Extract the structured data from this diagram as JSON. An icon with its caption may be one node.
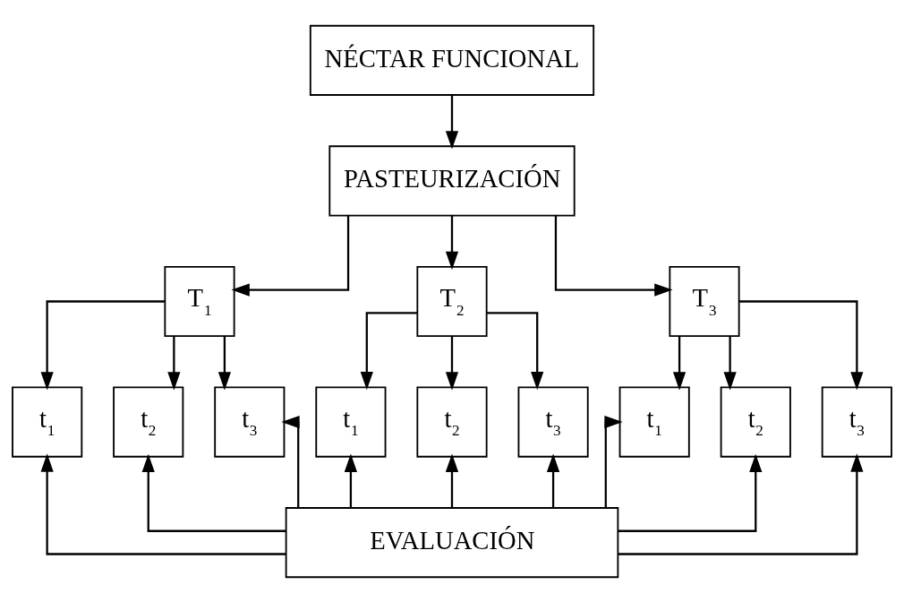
{
  "diagram": {
    "nodes": [
      {
        "text": [
          "NÉCTAR FUNCIONAL"
        ]
      },
      {
        "text": [
          "PASTEURIZACIÓN"
        ]
      },
      {
        "text": [
          "T$_{1}$"
        ]
      },
      {
        "text": [
          "T$_{2}$"
        ]
      },
      {
        "text": [
          "T$_{3}$"
        ]
      },
      {
        "text": [
          "t$_{1}$"
        ]
      },
      {
        "text": [
          "t$_{2}$"
        ]
      },
      {
        "text": [
          "t$_{3}$"
        ]
      },
      {
        "text": [
          "t$_{1}$"
        ]
      },
      {
        "text": [
          "t$_{2}$"
        ]
      },
      {
        "text": [
          "t$_{3}$"
        ]
      },
      {
        "text": [
          "t$_{1}$"
        ]
      },
      {
        "text": [
          "t$_{2}$"
        ]
      },
      {
        "text": [
          "t$_{3}$"
        ]
      },
      {
        "text": [
          "EVALUACIÓN"
        ]
      }
    ],
    "edges": [
      {
        "from": 0,
        "to": 1,
        "arrow": "to"
      },
      {
        "from": 1,
        "to": 2,
        "arrow": "to"
      },
      {
        "from": 1,
        "to": 3,
        "arrow": "to"
      },
      {
        "from": 1,
        "to": 4,
        "arrow": "to"
      },
      {
        "from": 2,
        "to": 5,
        "arrow": "to"
      },
      {
        "from": 2,
        "to": 6,
        "arrow": "to"
      },
      {
        "from": 2,
        "to": 7,
        "arrow": "to"
      },
      {
        "from": 3,
        "to": 8,
        "arrow": "to"
      },
      {
        "from": 3,
        "to": 9,
        "arrow": "to"
      },
      {
        "from": 3,
        "to": 10,
        "arrow": "to"
      },
      {
        "from": 4,
        "to": 11,
        "arrow": "to"
      },
      {
        "from": 4,
        "to": 12,
        "arrow": "to"
      },
      {
        "from": 4,
        "to": 13,
        "arrow": "to"
      },
      {
        "from": 14,
        "to": 5,
        "arrow": "to"
      },
      {
        "from": 14,
        "to": 6,
        "arrow": "to"
      },
      {
        "from": 14,
        "to": 7,
        "arrow": "to"
      },
      {
        "from": 14,
        "to": 8,
        "arrow": "to"
      },
      {
        "from": 14,
        "to": 9,
        "arrow": "to"
      },
      {
        "from": 14,
        "to": 10,
        "arrow": "to"
      },
      {
        "from": 14,
        "to": 11,
        "arrow": "to"
      },
      {
        "from": 14,
        "to": 12,
        "arrow": "to"
      },
      {
        "from": 14,
        "to": 13,
        "arrow": "to"
      }
    ]
  }
}
